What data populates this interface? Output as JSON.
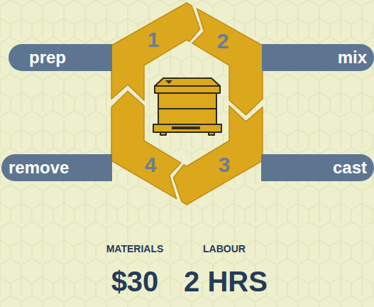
{
  "diagram": {
    "nodes": [
      {
        "text": [
          "prep"
        ]
      },
      {
        "text": [
          "mix"
        ]
      },
      {
        "text": [
          "remove"
        ]
      },
      {
        "text": [
          "cast"
        ]
      }
    ],
    "labels": [
      "1",
      "2",
      "3",
      "4",
      "MATERIALS",
      "$30",
      "LABOUR",
      "2 HRS"
    ]
  }
}
